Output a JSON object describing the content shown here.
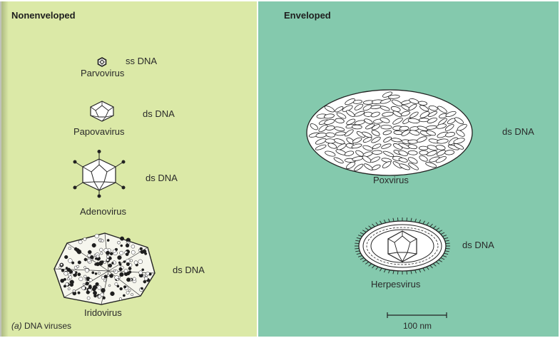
{
  "panels": {
    "nonenveloped": {
      "title": "Nonenveloped",
      "color": "#dbe9a7",
      "viruses": [
        {
          "name": "Parvovirus",
          "genome": "ss DNA"
        },
        {
          "name": "Papovavirus",
          "genome": "ds DNA"
        },
        {
          "name": "Adenovirus",
          "genome": "ds DNA"
        },
        {
          "name": "Iridovirus",
          "genome": "ds DNA"
        }
      ]
    },
    "enveloped": {
      "title": "Enveloped",
      "color": "#84c9ad",
      "viruses": [
        {
          "name": "Poxvirus",
          "genome": "ds DNA"
        },
        {
          "name": "Herpesvirus",
          "genome": "ds DNA"
        }
      ]
    }
  },
  "caption": {
    "prefix": "(a)",
    "text": "DNA viruses"
  },
  "scale_bar": {
    "label": "100 nm"
  }
}
